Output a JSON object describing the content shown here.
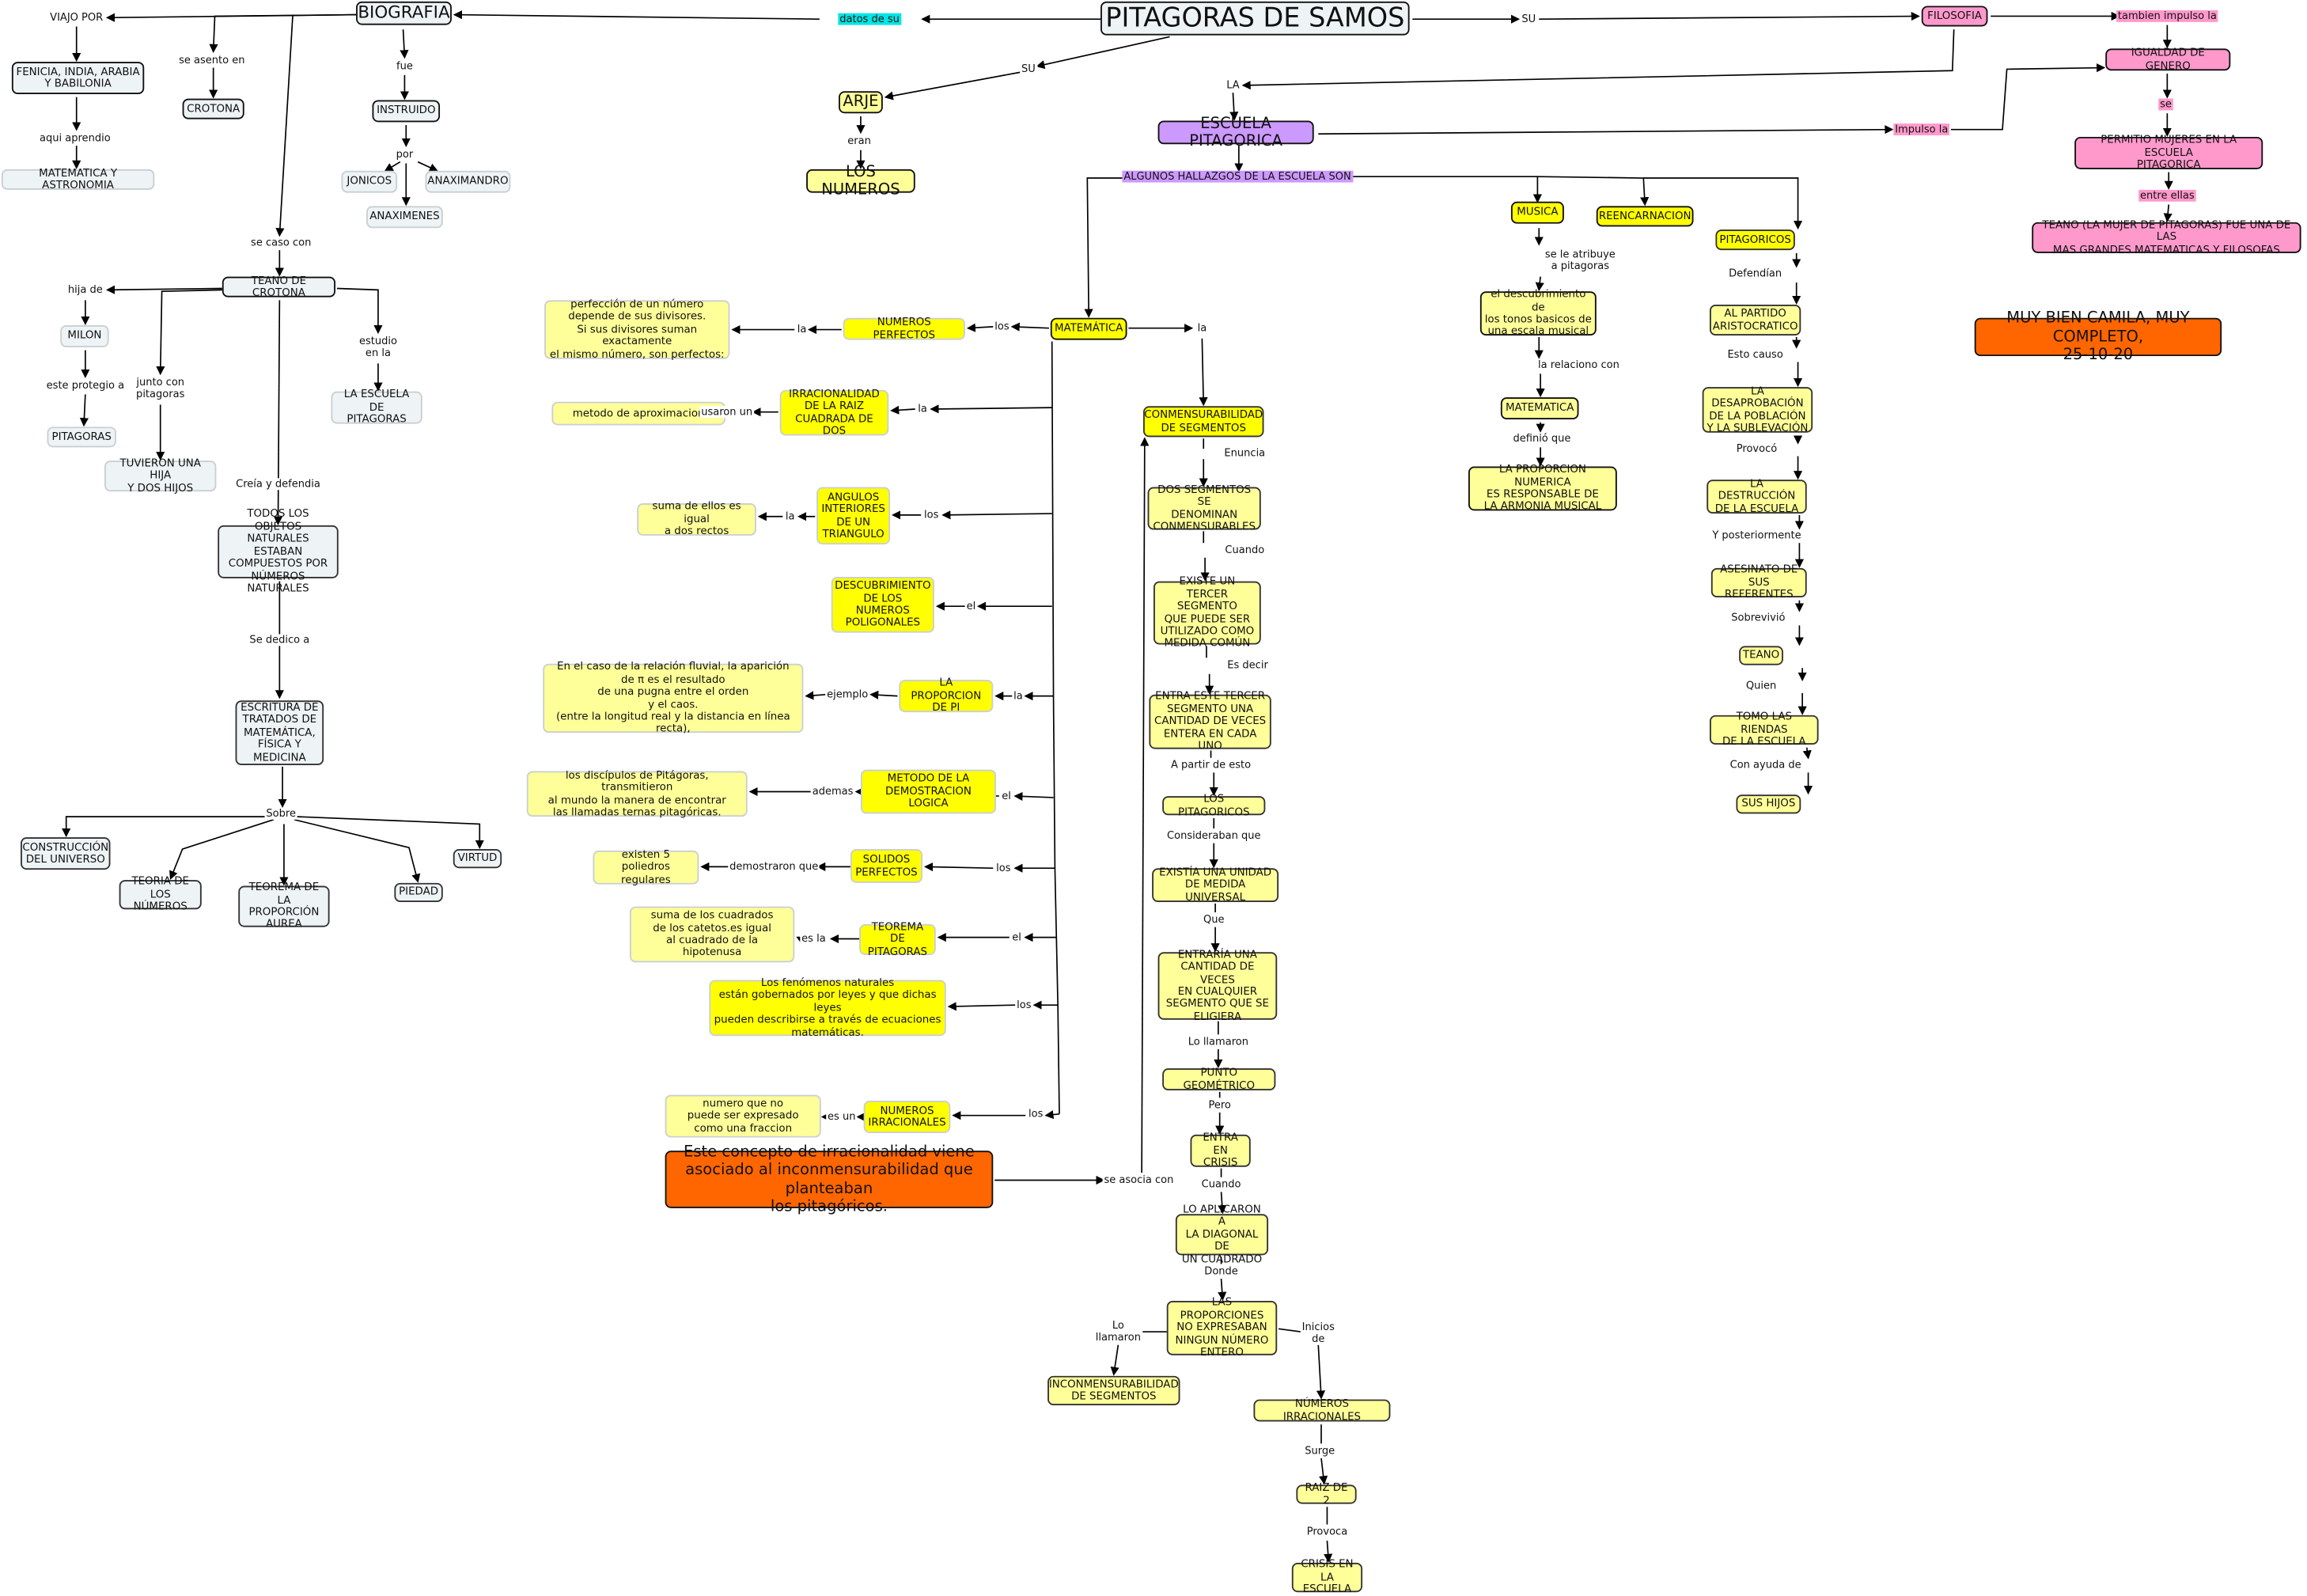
{
  "n": {
    "biografia": "BIOGRAFIA",
    "pitagoras": "PITAGORAS DE SAMOS",
    "fenicia": "FENICIA, INDIA, ARABIA\nY BABILONIA",
    "mat_astro": "MATEMATICA Y ASTRONOMIA",
    "crotona": "CROTONA",
    "instruido": "INSTRUIDO",
    "jonicos": "JONICOS",
    "anaximandro": "ANAXIMANDRO",
    "anaximenes": "ANAXIMENES",
    "teano_crotona": "TEANO DE CROTONA",
    "milon": "MILON",
    "pitagoras_small": "PITAGORAS",
    "tuvieron": "TUVIERON UNA HIJA\nY DOS HIJOS",
    "escuela_pit": "LA ESCUELA DE\nPITAGORAS",
    "todos": "TODOS LOS OBJETOS\nNATURALES ESTABAN\nCOMPUESTOS POR\nNÚMEROS NATURALES",
    "escritura": "ESCRITURA DE\nTRATADOS DE\nMATEMÁTICA,\nFÍSICA Y\nMEDICINA",
    "construccion": "CONSTRUCCIÓN\nDEL UNIVERSO",
    "teoria": "TEORIA DE\nLOS NÚMEROS",
    "teorema_aurea": "TEOREMA DE\nLA PROPORCIÓN\nAUREA",
    "piedad": "PIEDAD",
    "virtud": "VIRTUD",
    "arje": "ARJE",
    "los_numeros": "LOS NUMEROS",
    "escuela": "ESCUELA PITAGORICA",
    "matematica": "MATEMÁTICA",
    "num_perf": "NUMEROS PERFECTOS",
    "perf_def": "perfección de un número\ndepende de sus divisores.\nSi sus divisores suman exactamente\nel mismo número, son perfectos:",
    "irrac": "IRRACIONALIDAD\nDE LA RAIZ\nCUADRADA DE DOS",
    "metodo_aprox": "metodo de aproximacion",
    "angulos": "ANGULOS\nINTERIORES\nDE UN\nTRIANGULO",
    "suma_rectos": "suma de ellos es igual\na dos rectos",
    "poligonales": "DESCUBRIMIENTO\nDE LOS\nNUMEROS\nPOLIGONALES",
    "pi_ej": "En el caso de la relación fluvial, la aparición\nde π es el resultado\nde una pugna entre el orden\ny el caos.\n(entre la longitud real y la distancia en línea recta),",
    "pi": "LA PROPORCION\nDE PI",
    "demostracion": "METODO DE LA\nDEMOSTRACION\nLOGICA",
    "ternas": "los  discípulos de Pitágoras, transmitieron\nal mundo la manera de encontrar\nlas llamadas ternas pitagóricas.",
    "solidos": "SOLIDOS\nPERFECTOS",
    "poliedros": "existen 5\npoliedros regulares",
    "teorema_pit": "TEOREMA DE\nPITAGORAS",
    "hipotenusa": "suma de los cuadrados\nde los catetos.es igual\nal cuadrado de la\nhipotenusa",
    "fenomenos": "Los fenómenos naturales\nestán gobernados por leyes y que dichas leyes\npueden describirse a través de ecuaciones\nmatemáticas.",
    "num_irr": "NUMEROS\nIRRACIONALES",
    "no_fraccion": "numero que no\npuede ser expresado\ncomo una fraccion",
    "concepto": "Este concepto de irracionalidad viene\nasociado al inconmensurabilidad que planteaban\nlos pitagóricos.",
    "conmen": "CONMENSURABILIDAD\nDE SEGMENTOS",
    "dos_seg": "DOS SEGMENTOS SE\nDENOMINAN\nCONMENSURABLES",
    "existe": "EXISTE UN\nTERCER SEGMENTO\nQUE PUEDE SER\nUTILIZADO COMO\nMEDIDA COMÚN",
    "entra_tercer": "ENTRA ESTE TERCER\nSEGMENTO UNA\nCANTIDAD DE VECES\nENTERA EN CADA UNO",
    "los_pit": "LOS PITAGORICOS",
    "unidad": "EXISTÍA UNA UNIDAD\nDE MEDIDA UNIVERSAL",
    "entraria": "ENTRARÍA UNA\nCANTIDAD DE VECES\nEN CUALQUIER\nSEGMENTO QUE SE\nELIGIERA",
    "punto": "PUNTO GEOMÉTRICO",
    "crisis": "ENTRA EN\nCRISIS",
    "aplicaron": "LO APLICARON A\nLA DIAGONAL DE\nUN CUADRADO",
    "proporciones": "LAS PROPORCIONES\nNO EXPRESABAN\nNINGUN NÚMERO\nENTERO",
    "inconmen": "INCONMENSURABILIDAD\nDE SEGMENTOS",
    "num_irr2": "NÚMEROS IRRACIONALES",
    "raiz": "RAIZ DE 2",
    "crisis_escuela": "CRISIS EN\nLA ESCUELA",
    "musica": "MUSICA",
    "reencarnacion": "REENCARNACION",
    "pitagoricos": "PITAGORICOS",
    "descub_tonos": "el descubrimiento de\nlos tonos basicos de\nuna escala musical",
    "matematica2": "MATEMATICA",
    "prop_num": "LA PROPORCION NUMERICA\nES RESPONSABLE DE\nLA ARMONIA MUSICAL",
    "aristocratico": "AL PARTIDO\nARISTOCRATICO",
    "desaprob": "LA DESAPROBACIÓN\nDE LA POBLACIÓN\nY LA SUBLEVACIÓN",
    "destruccion": "LA DESTRUCCIÓN\nDE LA ESCUELA",
    "asesinato": "ASESINATO DE\nSUS REFERENTES",
    "teano2": "TEANO",
    "riendas": "TOMO LAS RIENDAS\nDE LA ESCUELA",
    "hijos": "SUS HIJOS",
    "filosofia": "FILOSOFIA",
    "igualdad": "IGUALDAD DE GENERO",
    "permitio": "PERMITIO MUJERES EN LA ESCUELA\nPITAGORICA",
    "teano_mujer": "TEANO (LA MUJER DE PITAGORAS) FUE UNA DE LAS\nMAS GRANDES MATEMATICAS Y FILOSOFAS",
    "muy_bien": "MUY BIEN CAMILA, MUY COMPLETO,\n25-10-20"
  },
  "l": {
    "datos_de_su": "datos de su",
    "viajo": "VIAJO POR",
    "aqui": "aqui aprendio",
    "se_asento": "se asento en",
    "fue": "fue",
    "por": "por",
    "se_caso": "se caso con",
    "hija": "hija de",
    "protegio": "este protegio a",
    "junto": "junto con\npitagoras",
    "estudio": "estudio\nen la",
    "creia": "Creía y defendia",
    "dedico": "Se dedico a",
    "sobre": "Sobre",
    "su1": "SU",
    "eran": "eran",
    "su2": "SU",
    "la_escuela": "LA",
    "impulso": "Impulso la",
    "tambien": "tambien impulso la",
    "se": "se",
    "entre": "entre ellas",
    "algunos": "ALGUNOS HALLAZGOS DE LA ESCUELA SON",
    "la_mat": "la",
    "los_np": "los",
    "la_np": "la",
    "la_irr": "la",
    "usaron": "usaron un",
    "los_ang": "los",
    "la_ang": "la",
    "el_pol": "el",
    "ejemplo": "ejemplo",
    "la_pi": "la",
    "el_dem": "el",
    "ademas": "ademas",
    "los_sol": "los",
    "demostraron": "demostraron que",
    "el_teo": "el",
    "es_la": "es la",
    "los_fen": "los",
    "los_irr": "los",
    "es_un": "es un",
    "se_asocia": "se asocia con",
    "enuncia": "Enuncia",
    "cuando1": "Cuando",
    "es_decir": "Es decir",
    "a_partir": "A partir de esto",
    "consideraban": "Consideraban que",
    "que": "Que",
    "lo_llamaron": "Lo llamaron",
    "pero": "Pero",
    "cuando2": "Cuando",
    "donde": "Donde",
    "lo_llamaron2": "Lo\nllamaron",
    "inicios": "Inicios\nde",
    "surge": "Surge",
    "provoca": "Provoca",
    "atribuye": "se le atribuye\na pitagoras",
    "relaciono": "la relaciono con",
    "definio": "definió que",
    "defendian": "Defendían",
    "esto_causo": "Esto causo",
    "provoco": "Provocó",
    "posteriormente": "Y posteriormente",
    "sobrevivio": "Sobrevivió",
    "quien": "Quien",
    "con_ayuda": "Con ayuda de"
  },
  "colors": {
    "yellow": "#ffff00",
    "light_yellow": "#ffff99",
    "pink": "#ff99cc",
    "violet": "#cc99ff",
    "orange": "#ff6600",
    "cyan": "#00e5e5",
    "node_gray": "#eef3f5"
  }
}
